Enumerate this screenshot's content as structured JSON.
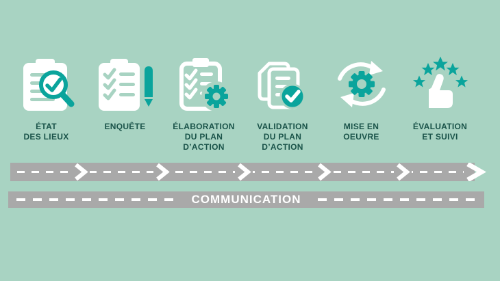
{
  "steps": [
    {
      "id": "etat-des-lieux",
      "label": "ÉTAT\nDES LIEUX",
      "icon": "clipboard-magnifier-icon"
    },
    {
      "id": "enquete",
      "label": "ENQUÊTE",
      "icon": "clipboard-pencil-icon"
    },
    {
      "id": "elaboration-plan-action",
      "label": "ÉLABORATION\nDU PLAN\nD’ACTION",
      "icon": "clipboard-gear-icon"
    },
    {
      "id": "validation-plan-action",
      "label": "VALIDATION\nDU PLAN\nD’ACTION",
      "icon": "documents-check-icon"
    },
    {
      "id": "mise-en-oeuvre",
      "label": "MISE EN\nOEUVRE",
      "icon": "gear-sync-icon"
    },
    {
      "id": "evaluation-suivi",
      "label": "ÉVALUATION\nET SUIVI",
      "icon": "thumbs-up-stars-icon"
    }
  ],
  "communication_bar": {
    "label": "COMMUNICATION"
  },
  "colors": {
    "background": "#a8d3c2",
    "teal": "#0aa49c",
    "dark_text": "#1a5349",
    "bar_gray": "#a9a9a9",
    "white": "#ffffff"
  }
}
